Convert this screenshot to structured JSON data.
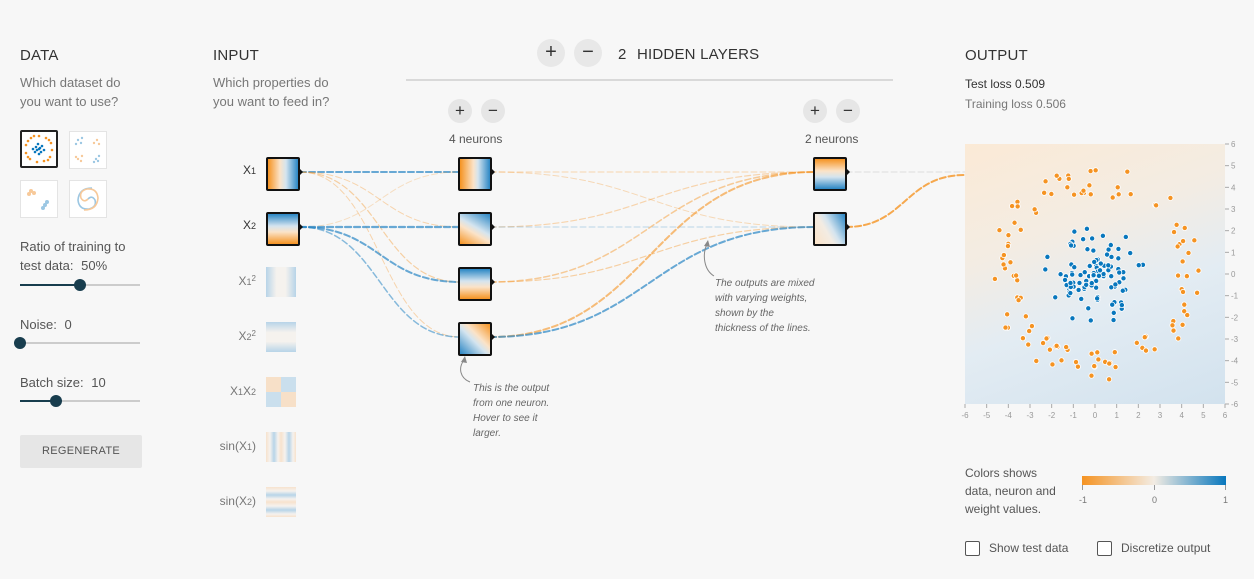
{
  "data_section": {
    "title": "DATA",
    "question": "Which dataset do you want to use?",
    "ratio_label": "Ratio of training to test data:",
    "ratio_value": "50%",
    "ratio_fraction": 0.5,
    "noise_label": "Noise:",
    "noise_value": "0",
    "noise_fraction": 0,
    "batch_label": "Batch size:",
    "batch_value": "10",
    "batch_fraction": 0.3,
    "regenerate_label": "REGENERATE",
    "datasets": [
      "circle",
      "xor",
      "gaussian",
      "spiral"
    ],
    "selected_dataset": "circle"
  },
  "input_section": {
    "title": "INPUT",
    "question": "Which properties do you want to feed in?",
    "features": [
      {
        "label": "X1",
        "active": true
      },
      {
        "label": "X2",
        "active": true
      },
      {
        "label": "X12",
        "active": false
      },
      {
        "label": "X22",
        "active": false
      },
      {
        "label": "X1X2",
        "active": false
      },
      {
        "label": "sin(X1)",
        "active": false
      },
      {
        "label": "sin(X2)",
        "active": false
      }
    ]
  },
  "hidden_section": {
    "add_layer": "+",
    "remove_layer": "−",
    "count": "2",
    "label": "HIDDEN LAYERS",
    "layers": [
      {
        "plus": "+",
        "minus": "−",
        "neurons_label": "4 neurons"
      },
      {
        "plus": "+",
        "minus": "−",
        "neurons_label": "2 neurons"
      }
    ],
    "note_neuron": "This is the output from one neuron. Hover to see it larger.",
    "note_weights": "The outputs are mixed with varying weights, shown by the thickness of the lines."
  },
  "output_section": {
    "title": "OUTPUT",
    "test_loss_label": "Test loss",
    "test_loss_value": "0.509",
    "training_loss_label": "Training loss",
    "training_loss_value": "0.506",
    "axis_ticks": [
      "-6",
      "-5",
      "-4",
      "-3",
      "-2",
      "-1",
      "0",
      "1",
      "2",
      "3",
      "4",
      "5",
      "6"
    ],
    "y_ticks": [
      "6",
      "5",
      "4",
      "3",
      "2",
      "1",
      "0",
      "-1",
      "-2",
      "-3",
      "-4",
      "-5",
      "-6"
    ],
    "legend_text": "Colors shows data, neuron and weight values.",
    "legend_min": "-1",
    "legend_mid": "0",
    "legend_max": "1",
    "show_test_label": "Show test data",
    "discretize_label": "Discretize output"
  },
  "colors": {
    "orange": "#f59322",
    "blue": "#0877bd",
    "dark": "#183d4e"
  }
}
